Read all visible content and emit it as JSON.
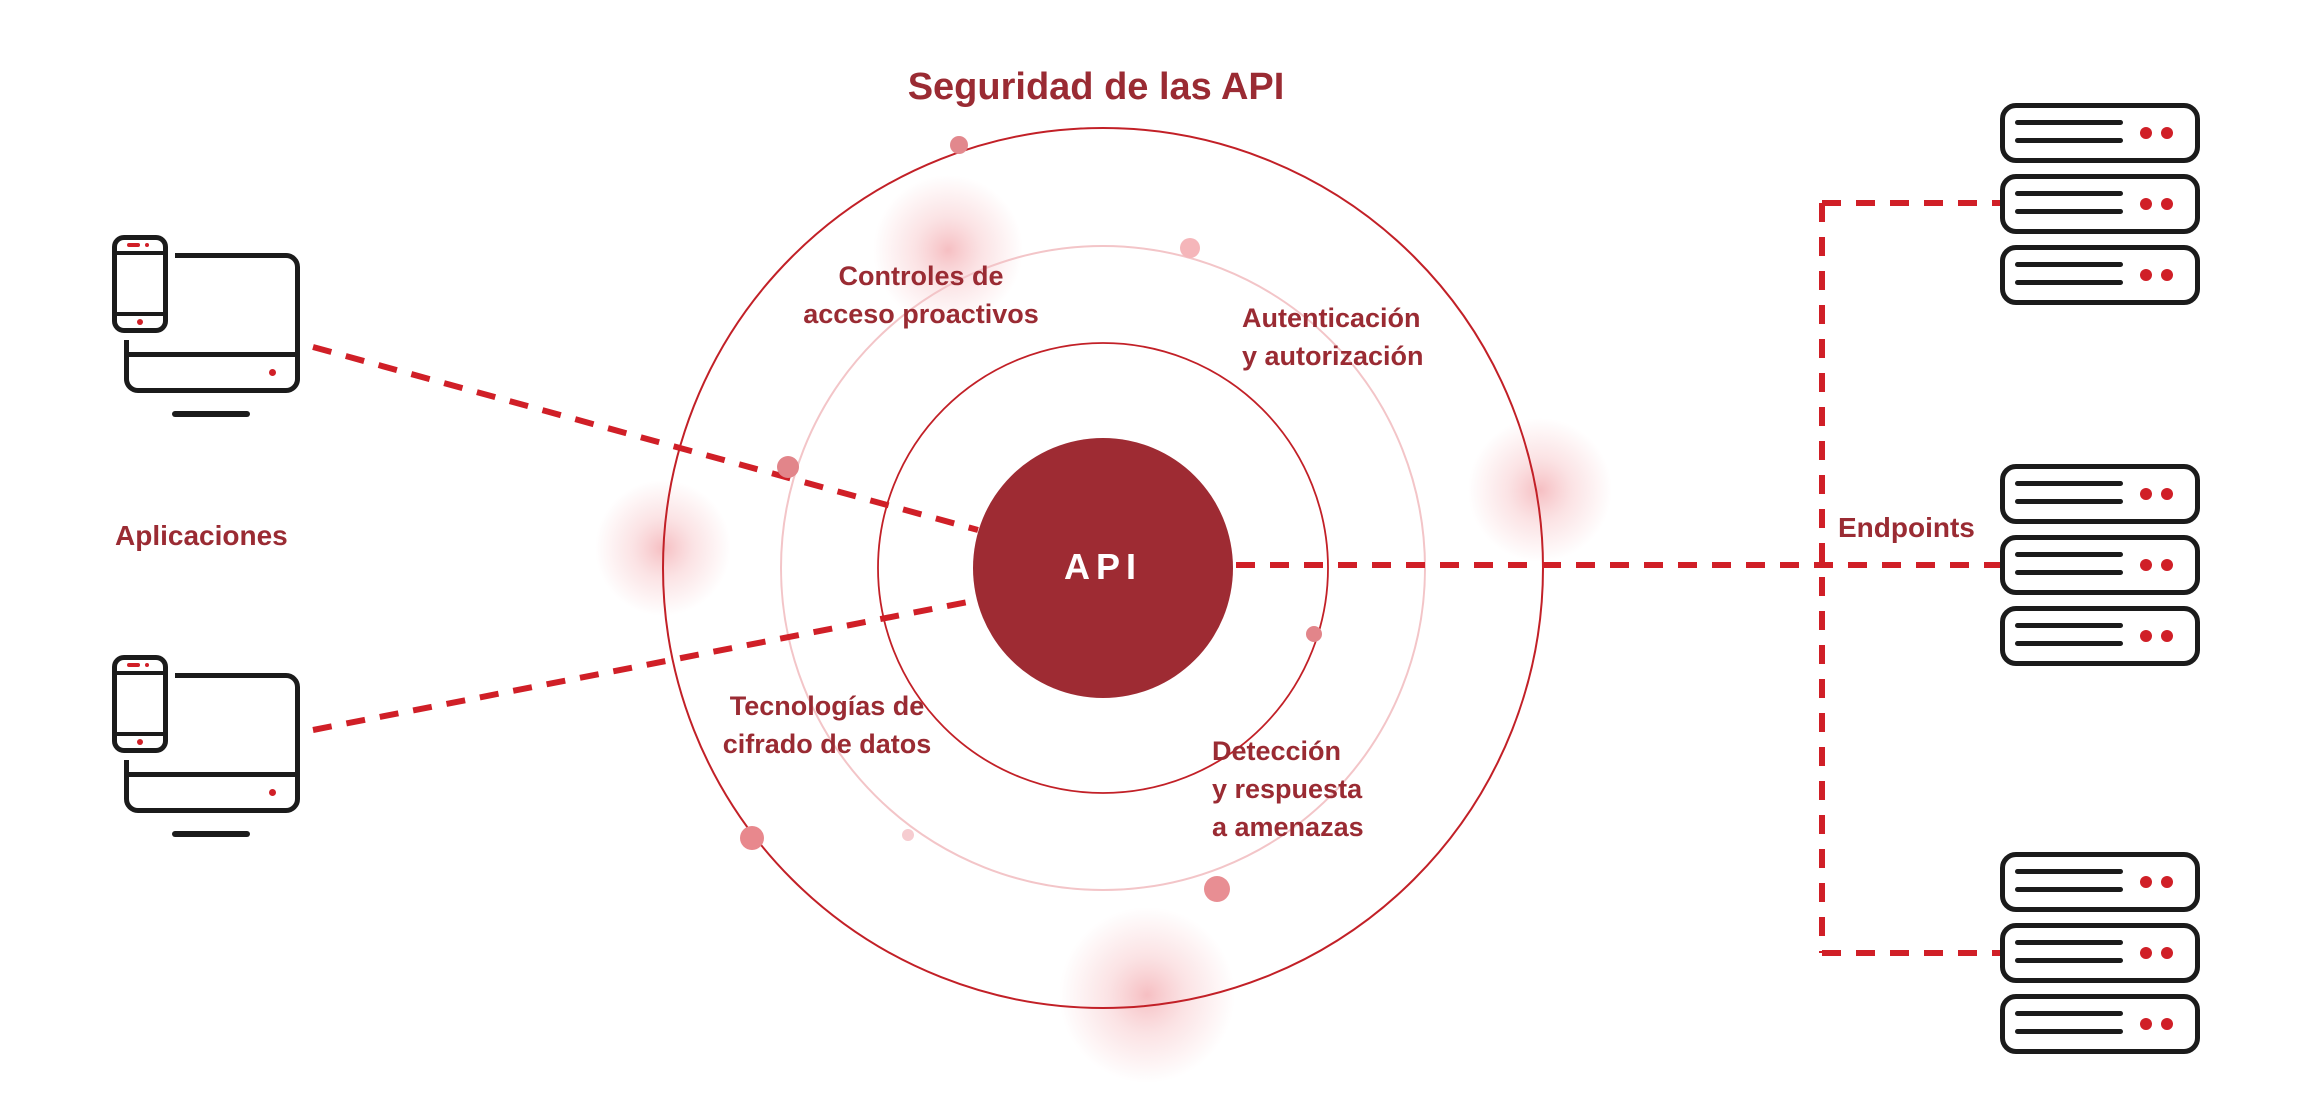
{
  "title": "Seguridad de las API",
  "center": {
    "label": "API"
  },
  "rings": [
    {
      "id": "controles-acceso",
      "lines": [
        "Controles de",
        "acceso proactivos"
      ]
    },
    {
      "id": "autenticacion",
      "lines": [
        "Autenticación",
        "y autorización"
      ]
    },
    {
      "id": "tecnologias-cifrado",
      "lines": [
        "Tecnologías de",
        "cifrado de datos"
      ]
    },
    {
      "id": "deteccion-respuesta",
      "lines": [
        "Detección",
        "y respuesta",
        "a amenazas"
      ]
    }
  ],
  "left_side": {
    "label": "Aplicaciones",
    "device_count": 2,
    "icon": "device-phone-monitor-icon"
  },
  "right_side": {
    "label": "Endpoints",
    "stack_count": 3,
    "servers_per_stack": 3,
    "icon": "server-icon"
  },
  "colors": {
    "dark_red_text": "#9a2b33",
    "api_circle_fill": "#9e2b33",
    "bright_red_accent": "#d01f27",
    "orbit_stroke_red": "#c22027",
    "orbit_stroke_pink": "#f3c5c8",
    "icon_outline_black": "#1b1b1b"
  }
}
